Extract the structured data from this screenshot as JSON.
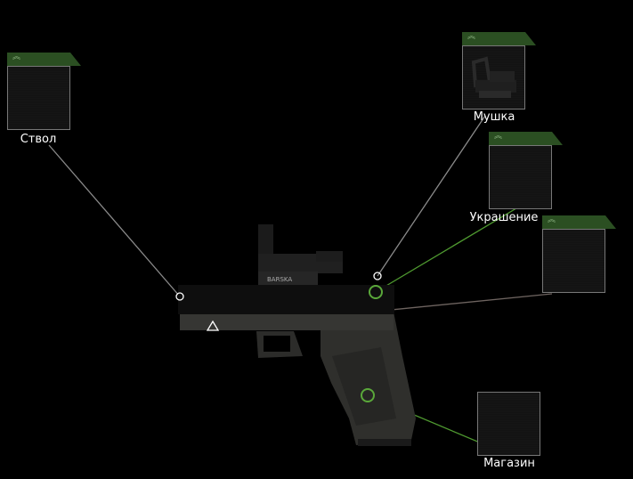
{
  "slots": [
    {
      "id": "barrel",
      "label": "Ствол",
      "has_tab": true
    },
    {
      "id": "sight",
      "label": "Мушка",
      "has_tab": true,
      "item": "red-dot-sight"
    },
    {
      "id": "decoration",
      "label": "Украшение",
      "has_tab": true
    },
    {
      "id": "extra",
      "label": "",
      "has_tab": true
    },
    {
      "id": "magazine",
      "label": "Магазин",
      "has_tab": false
    }
  ],
  "icons": {
    "tab": "double-chevron-up-icon"
  },
  "sight_brand": "BARSKA",
  "colors": {
    "tab": "#2b4f22",
    "accent_green": "#5aa83a",
    "line_gray": "#8a8a8a"
  }
}
